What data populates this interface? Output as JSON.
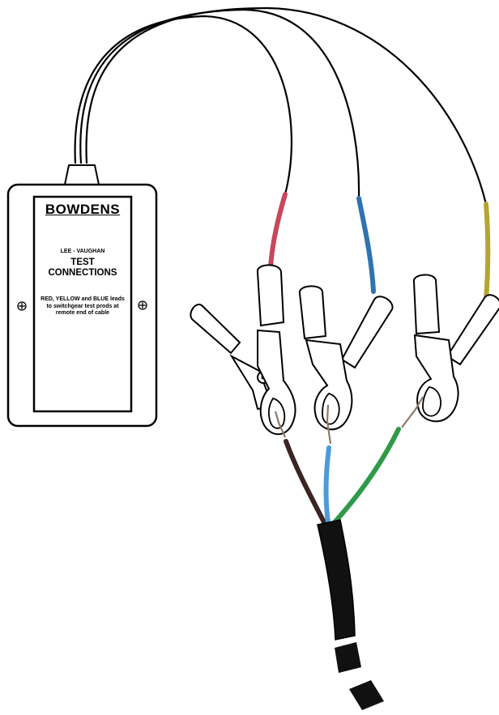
{
  "diagram": {
    "tester_box": {
      "brand": "BOWDENS",
      "subtitle": "LEE - VAUGHAN",
      "title_line1": "TEST",
      "title_line2": "CONNECTIONS",
      "instructions": "RED, YELLOW and BLUE leads to switchgear test prods at remote end of cable",
      "screw_icon": "screw-icon"
    },
    "colors": {
      "red_lead": "#c8475a",
      "blue_lead": "#2f73b0",
      "yellow_lead": "#b3a531",
      "brown_core": "#3b2424",
      "blue_core": "#4c9bd6",
      "green_core": "#2f9a48",
      "cable_sheath": "#111111",
      "copper": "#8c7a6a"
    },
    "clips": [
      "red-lead-clip",
      "blue-lead-clip",
      "yellow-lead-clip"
    ]
  }
}
